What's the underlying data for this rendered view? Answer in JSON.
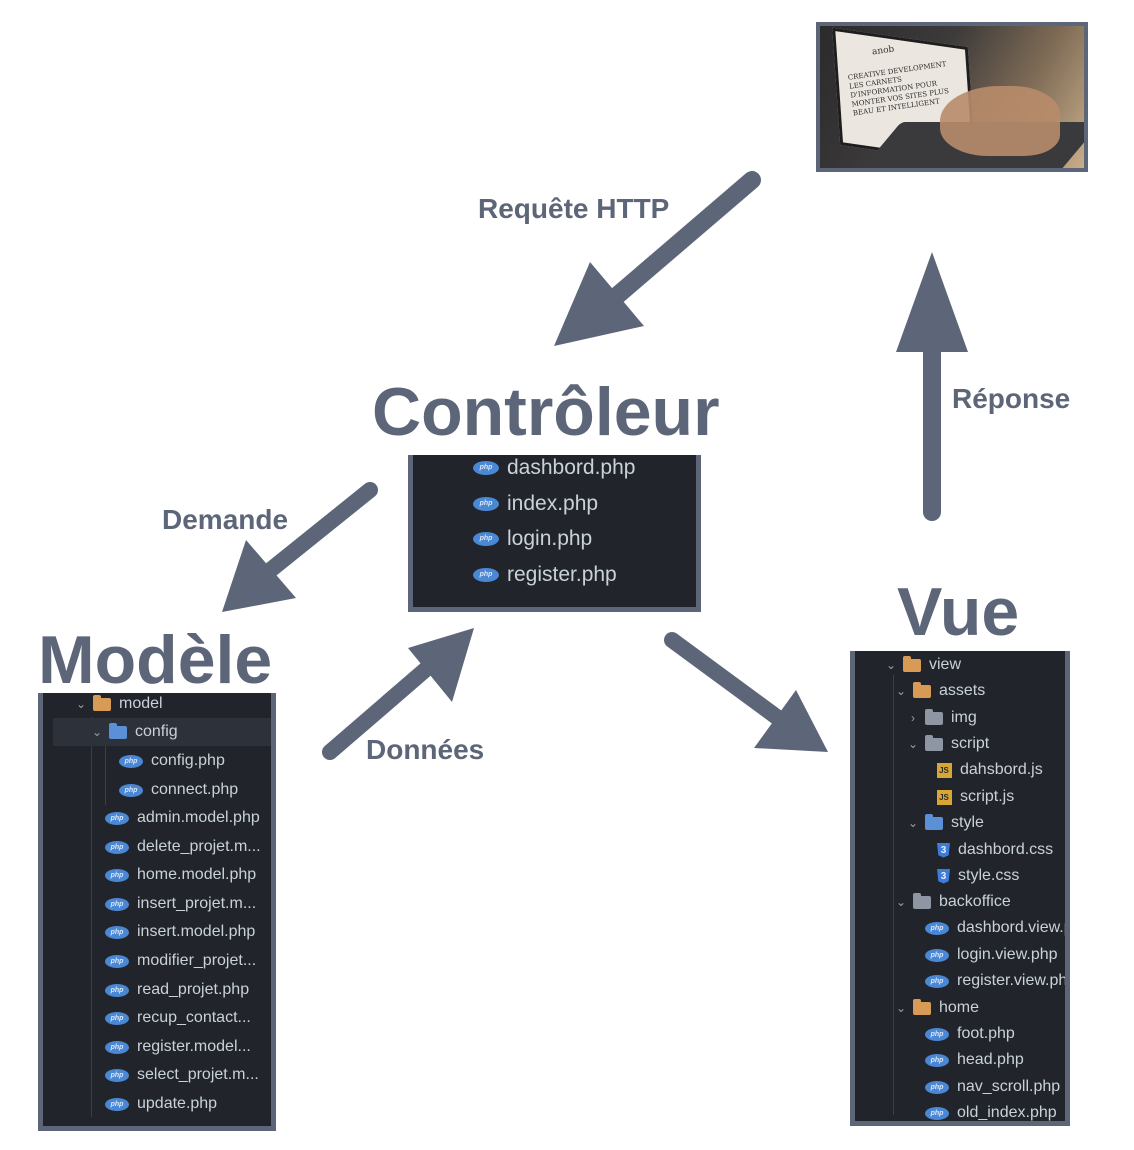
{
  "labels": {
    "controleur": "Contrôleur",
    "modele": "Modèle",
    "vue": "Vue"
  },
  "arrows": {
    "requete": "Requête HTTP",
    "reponse": "Réponse",
    "demande": "Demande",
    "donnees": "Données"
  },
  "photo": {
    "logo": "anob",
    "screen_text": "CREATIVE DEVELOPMENT LES CARNETS D'INFORMATION POUR MONTER VOS SITES PLUS BEAU ET INTELLIGENT"
  },
  "controleur_files": [
    {
      "name": "dashbord.php",
      "icon": "php-icon"
    },
    {
      "name": "index.php",
      "icon": "php-icon"
    },
    {
      "name": "login.php",
      "icon": "php-icon"
    },
    {
      "name": "register.php",
      "icon": "php-icon"
    }
  ],
  "modele_tree": [
    {
      "name": "model",
      "icon": "folder-icon",
      "expanded": true
    },
    {
      "name": "config",
      "icon": "folder-config-icon",
      "expanded": true,
      "selected": true
    },
    {
      "name": "config.php",
      "icon": "php-icon"
    },
    {
      "name": "connect.php",
      "icon": "php-icon"
    },
    {
      "name": "admin.model.php",
      "icon": "php-icon"
    },
    {
      "name": "delete_projet.m...",
      "icon": "php-icon"
    },
    {
      "name": "home.model.php",
      "icon": "php-icon"
    },
    {
      "name": "insert_projet.m...",
      "icon": "php-icon"
    },
    {
      "name": "insert.model.php",
      "icon": "php-icon"
    },
    {
      "name": "modifier_projet...",
      "icon": "php-icon"
    },
    {
      "name": "read_projet.php",
      "icon": "php-icon"
    },
    {
      "name": "recup_contact...",
      "icon": "php-icon"
    },
    {
      "name": "register.model...",
      "icon": "php-icon"
    },
    {
      "name": "select_projet.m...",
      "icon": "php-icon"
    },
    {
      "name": "update.php",
      "icon": "php-icon"
    }
  ],
  "vue_tree": [
    {
      "name": "view",
      "icon": "folder-icon",
      "expanded": true
    },
    {
      "name": "assets",
      "icon": "folder-icon",
      "expanded": true
    },
    {
      "name": "img",
      "icon": "folder-image-icon",
      "expanded": false
    },
    {
      "name": "script",
      "icon": "folder-script-icon",
      "expanded": true
    },
    {
      "name": "dahsbord.js",
      "icon": "js-icon"
    },
    {
      "name": "script.js",
      "icon": "js-icon"
    },
    {
      "name": "style",
      "icon": "folder-style-icon",
      "expanded": true
    },
    {
      "name": "dashbord.css",
      "icon": "css-icon"
    },
    {
      "name": "style.css",
      "icon": "css-icon"
    },
    {
      "name": "backoffice",
      "icon": "folder-icon",
      "expanded": true
    },
    {
      "name": "dashbord.view.php",
      "icon": "php-icon"
    },
    {
      "name": "login.view.php",
      "icon": "php-icon"
    },
    {
      "name": "register.view.php",
      "icon": "php-icon"
    },
    {
      "name": "home",
      "icon": "folder-icon",
      "expanded": true
    },
    {
      "name": "foot.php",
      "icon": "php-icon"
    },
    {
      "name": "head.php",
      "icon": "php-icon"
    },
    {
      "name": "nav_scroll.php",
      "icon": "php-icon"
    },
    {
      "name": "old_index.php",
      "icon": "php-icon"
    }
  ],
  "colors": {
    "accent": "#5d6678",
    "panel_bg": "#21252b",
    "php_blue": "#4a87d4",
    "folder_orange": "#d89b55"
  }
}
